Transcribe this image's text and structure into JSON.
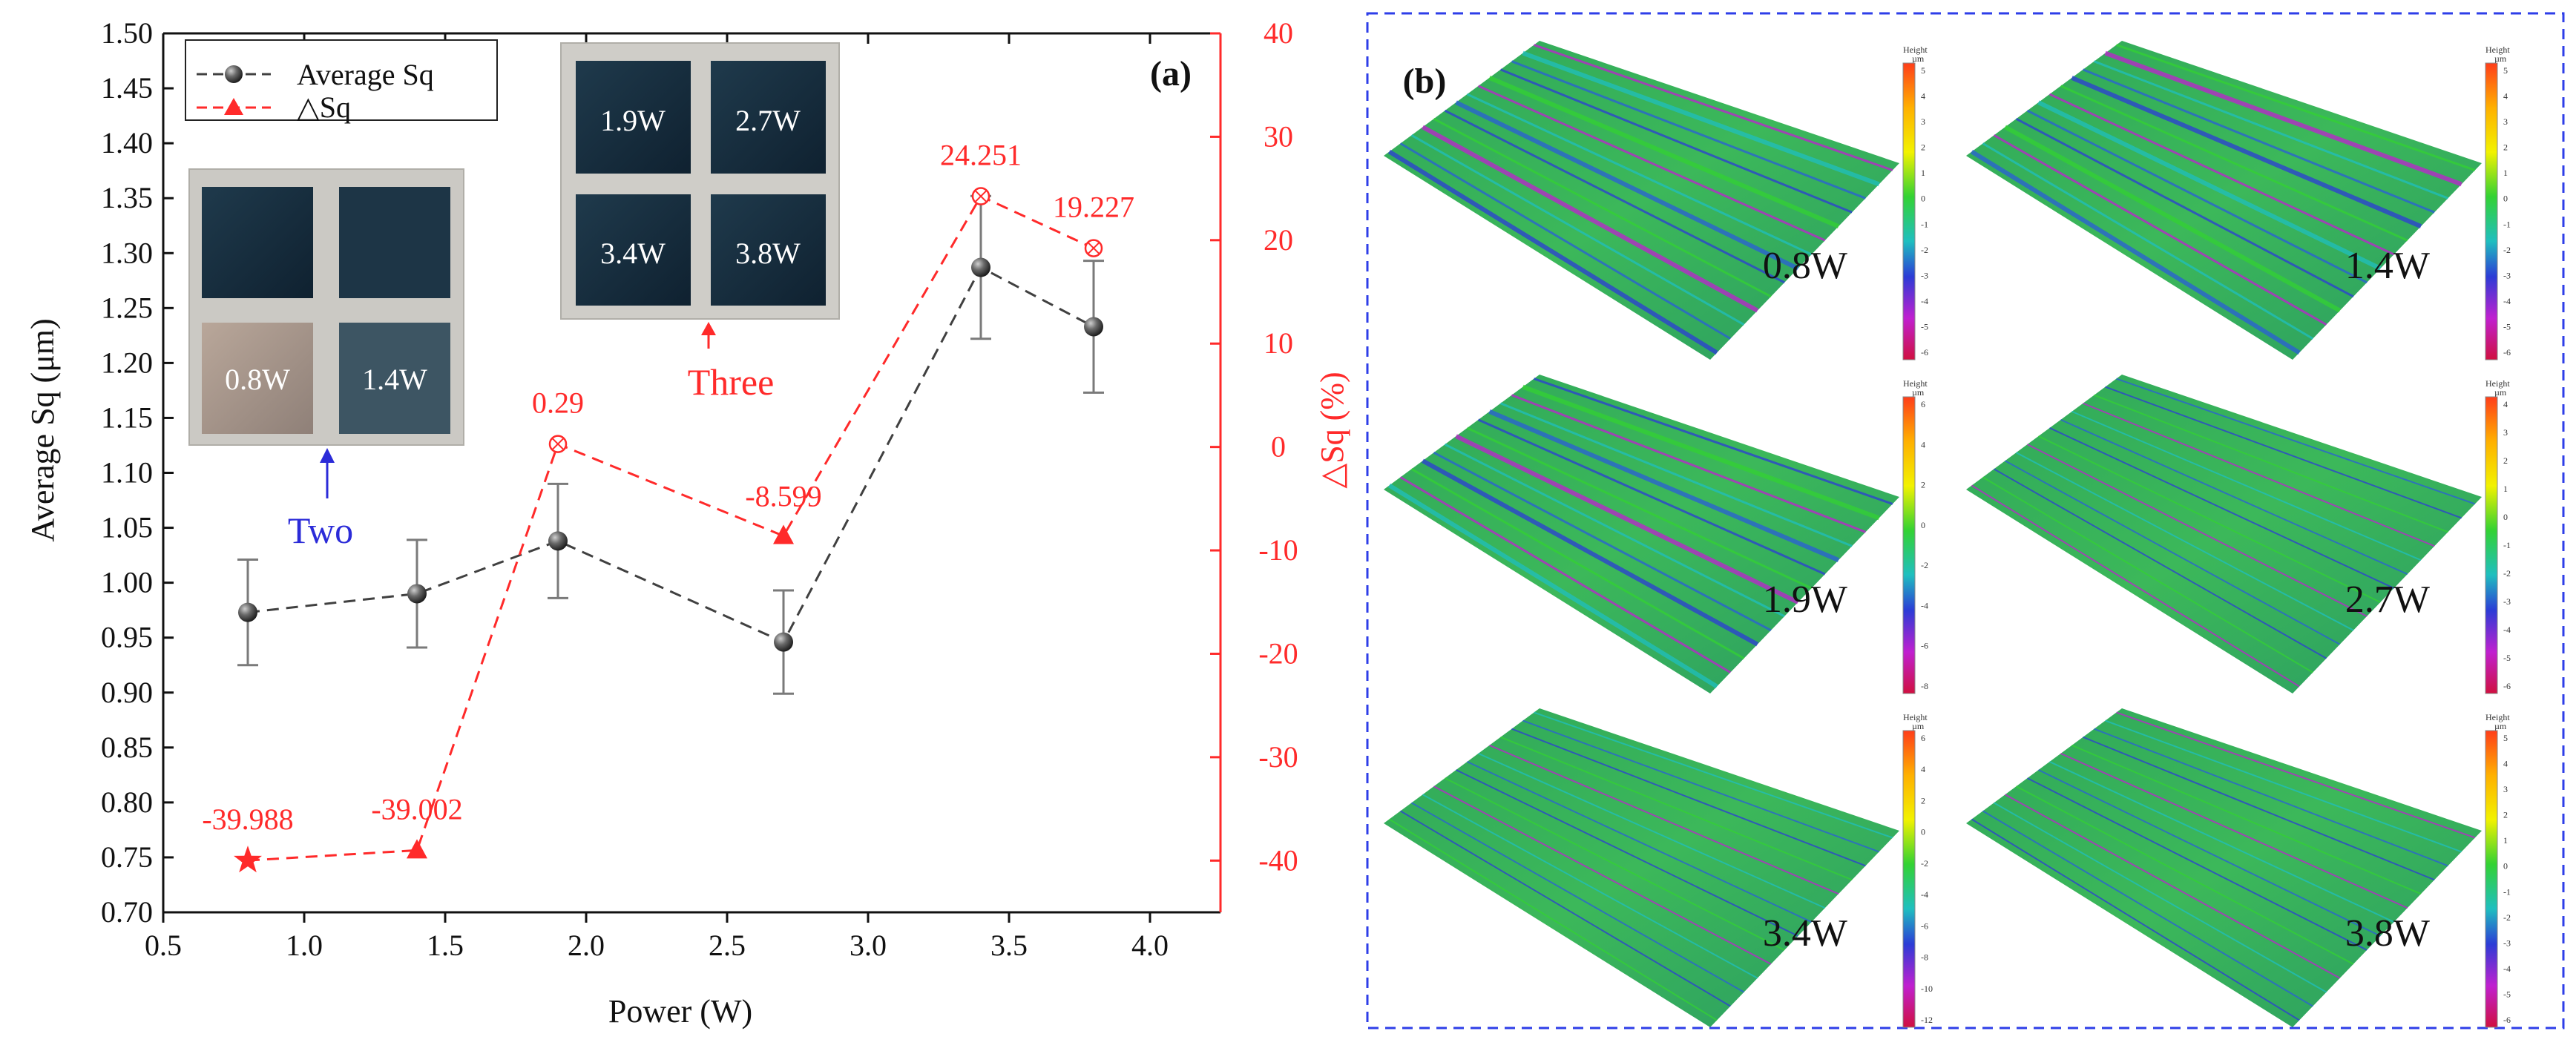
{
  "panel_a": {
    "label": "(a)",
    "inset_two": {
      "samples": [
        "",
        "",
        "0.8W",
        "1.4W"
      ],
      "caption": "Two"
    },
    "inset_three": {
      "samples": [
        "1.9W",
        "2.7W",
        "3.4W",
        "3.8W"
      ],
      "caption": "Three"
    }
  },
  "panel_b": {
    "label": "(b)",
    "colorbar_title": "Height",
    "colorbar_unit": "µm",
    "maps": [
      {
        "power": "0.8W",
        "ticks": [
          "5",
          "4",
          "3",
          "2",
          "1",
          "0",
          "-1",
          "-2",
          "-3",
          "-4",
          "-5",
          "-6"
        ]
      },
      {
        "power": "1.4W",
        "ticks": [
          "5",
          "4",
          "3",
          "2",
          "1",
          "0",
          "-1",
          "-2",
          "-3",
          "-4",
          "-5",
          "-6"
        ]
      },
      {
        "power": "1.9W",
        "ticks": [
          "6",
          "4",
          "2",
          "0",
          "-2",
          "-4",
          "-6",
          "-8"
        ]
      },
      {
        "power": "2.7W",
        "ticks": [
          "4",
          "3",
          "2",
          "1",
          "0",
          "-1",
          "-2",
          "-3",
          "-4",
          "-5",
          "-6"
        ]
      },
      {
        "power": "3.4W",
        "ticks": [
          "6",
          "4",
          "2",
          "0",
          "-2",
          "-4",
          "-6",
          "-8",
          "-10",
          "-12"
        ]
      },
      {
        "power": "3.8W",
        "ticks": [
          "5",
          "4",
          "3",
          "2",
          "1",
          "0",
          "-1",
          "-2",
          "-3",
          "-4",
          "-5",
          "-6"
        ]
      }
    ]
  },
  "chart_data": {
    "type": "line",
    "xlabel": "Power (W)",
    "ylabel": "Average Sq (μm)",
    "y2label": "△Sq (%)",
    "xlim": [
      0.5,
      4.25
    ],
    "ylim": [
      0.7,
      1.5
    ],
    "y2lim": [
      -45,
      40
    ],
    "x_ticks": [
      "0.5",
      "1.0",
      "1.5",
      "2.0",
      "2.5",
      "3.0",
      "3.5",
      "4.0"
    ],
    "y_ticks": [
      "0.70",
      "0.75",
      "0.80",
      "0.85",
      "0.90",
      "0.95",
      "1.00",
      "1.05",
      "1.10",
      "1.15",
      "1.20",
      "1.25",
      "1.30",
      "1.35",
      "1.40",
      "1.45",
      "1.50"
    ],
    "y2_ticks": [
      "-40",
      "-30",
      "-20",
      "-10",
      "0",
      "10",
      "20",
      "30",
      "40"
    ],
    "legend_position": "top-left",
    "x": [
      0.8,
      1.4,
      1.9,
      2.7,
      3.4,
      3.8
    ],
    "series": [
      {
        "name": "Average Sq",
        "axis": "left",
        "color": "#404040",
        "marker": "sphere",
        "values": [
          0.973,
          0.99,
          1.038,
          0.946,
          1.287,
          1.233
        ],
        "errors": [
          0.048,
          0.049,
          0.052,
          0.047,
          0.065,
          0.06
        ]
      },
      {
        "name": "△Sq",
        "axis": "right",
        "color": "#ff2a2a",
        "marker": "triangle",
        "values": [
          -39.988,
          -39.002,
          0.29,
          -8.599,
          24.251,
          19.227
        ],
        "labels": [
          "-39.988",
          "-39.002",
          "0.29",
          "-8.599",
          "24.251",
          "19.227"
        ]
      }
    ]
  }
}
